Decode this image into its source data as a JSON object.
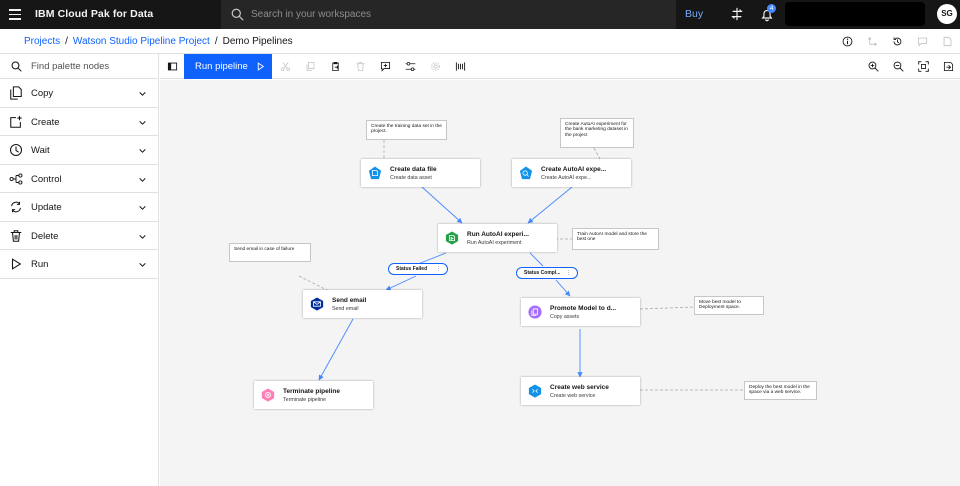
{
  "topbar": {
    "brand": "IBM Cloud Pak for Data",
    "search_placeholder": "Search in your workspaces",
    "buy_label": "Buy",
    "notification_count": "4",
    "avatar_initials": "SG"
  },
  "breadcrumb": {
    "items": [
      "Projects",
      "Watson Studio Pipeline Project",
      "Demo Pipelines"
    ],
    "separator": "/"
  },
  "palette": {
    "search_placeholder": "Find palette nodes",
    "items": [
      {
        "label": "Copy",
        "icon": "copy-icon"
      },
      {
        "label": "Create",
        "icon": "create-icon"
      },
      {
        "label": "Wait",
        "icon": "time-icon"
      },
      {
        "label": "Control",
        "icon": "flow-icon"
      },
      {
        "label": "Update",
        "icon": "renew-icon"
      },
      {
        "label": "Delete",
        "icon": "trash-icon"
      },
      {
        "label": "Run",
        "icon": "play-icon"
      }
    ]
  },
  "toolbar": {
    "run_label": "Run pipeline"
  },
  "canvas": {
    "nodes": {
      "create_data_file": {
        "title": "Create data file",
        "subtitle": "Create data asset",
        "color": "#1192e8"
      },
      "create_autoai": {
        "title": "Create AutoAI expe...",
        "subtitle": "Create AutoAI expe...",
        "color": "#1192e8"
      },
      "run_autoai": {
        "title": "Run AutoAI experi...",
        "subtitle": "Run AutoAI experiment",
        "color": "#24a148"
      },
      "send_email": {
        "title": "Send email",
        "subtitle": "Send email",
        "color": "#002d9c"
      },
      "promote_model": {
        "title": "Promote Model to d...",
        "subtitle": "Copy assets",
        "color": "#a56eff"
      },
      "terminate": {
        "title": "Terminate pipeline",
        "subtitle": "Terminate pipeline",
        "color": "#ff7eb6"
      },
      "web_service": {
        "title": "Create web service",
        "subtitle": "Create web service",
        "color": "#1192e8"
      }
    },
    "conditions": {
      "failed": "Status Failed",
      "completed": "Status Compl..."
    },
    "comments": {
      "training_data": "Create the training data set in the project.",
      "autoai_experiment": "Create AutoAI experiment for the bank marketing dataset in the project",
      "train_model": "Train AutoAI model and store the best one",
      "send_email": "Send email in case of failure",
      "move_model": "Move best model to Deployment space.",
      "deploy_model": "Deploy the best model in the space via a web service."
    }
  }
}
